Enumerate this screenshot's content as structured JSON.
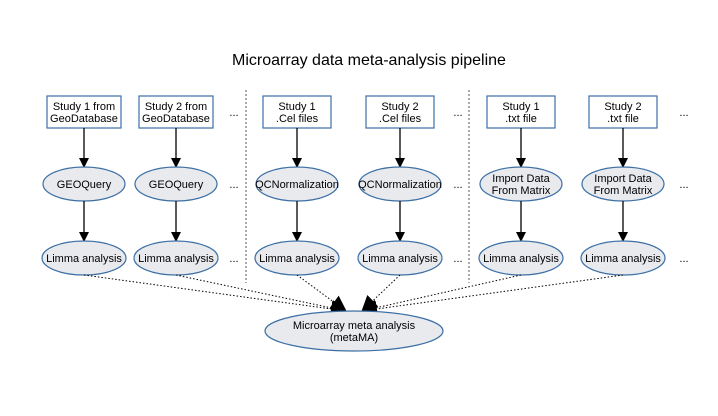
{
  "title": "Microarray data meta-analysis pipeline",
  "ellipsis": "...",
  "colors": {
    "stroke": "#3c6fa5",
    "ellipse_fill": "#e8eaee",
    "box_fill": "#ffffff",
    "arrow": "#000000"
  },
  "groups": [
    {
      "columns": [
        {
          "source": [
            "Study 1 from",
            "GeoDatabase"
          ],
          "process": [
            "GEOQuery"
          ],
          "analysis": [
            "Limma analysis"
          ]
        },
        {
          "source": [
            "Study 2 from",
            "GeoDatabase"
          ],
          "process": [
            "GEOQuery"
          ],
          "analysis": [
            "Limma analysis"
          ]
        }
      ]
    },
    {
      "columns": [
        {
          "source": [
            "Study 1",
            ".Cel files"
          ],
          "process": [
            "QCNormalization"
          ],
          "analysis": [
            "Limma analysis"
          ]
        },
        {
          "source": [
            "Study 2",
            ".Cel files"
          ],
          "process": [
            "QCNormalization"
          ],
          "analysis": [
            "Limma analysis"
          ]
        }
      ]
    },
    {
      "columns": [
        {
          "source": [
            "Study 1",
            ".txt file"
          ],
          "process": [
            "Import Data",
            "From Matrix"
          ],
          "analysis": [
            "Limma analysis"
          ]
        },
        {
          "source": [
            "Study 2",
            ".txt file"
          ],
          "process": [
            "Import Data",
            "From Matrix"
          ],
          "analysis": [
            "Limma analysis"
          ]
        }
      ]
    }
  ],
  "target": [
    "Microarray meta analysis",
    "(metaMA)"
  ]
}
